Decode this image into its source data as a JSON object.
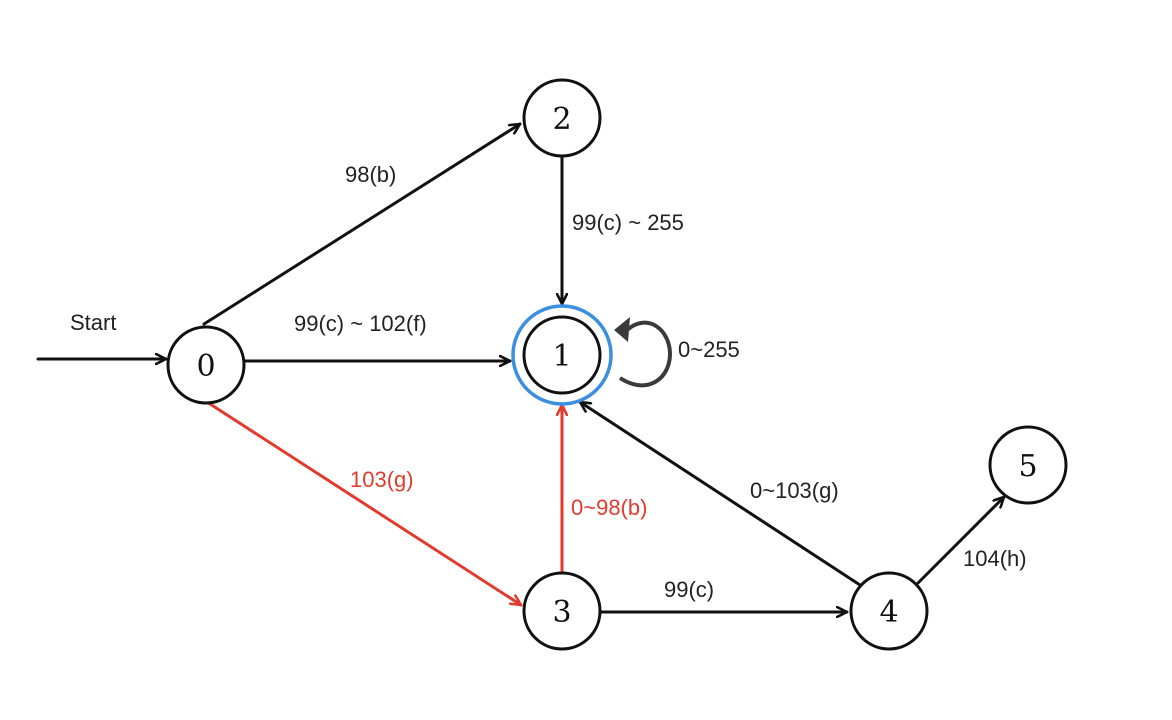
{
  "diagram": {
    "start_label": "Start",
    "nodes": [
      {
        "id": "0",
        "label": "0",
        "accepting": false
      },
      {
        "id": "1",
        "label": "1",
        "accepting": true
      },
      {
        "id": "2",
        "label": "2",
        "accepting": false
      },
      {
        "id": "3",
        "label": "3",
        "accepting": false
      },
      {
        "id": "4",
        "label": "4",
        "accepting": false
      },
      {
        "id": "5",
        "label": "5",
        "accepting": false
      }
    ],
    "edges": [
      {
        "from": "0",
        "to": "2",
        "label": "98(b)",
        "color": "#111111"
      },
      {
        "from": "0",
        "to": "1",
        "label": "99(c) ~ 102(f)",
        "color": "#111111"
      },
      {
        "from": "0",
        "to": "3",
        "label": "103(g)",
        "color": "#e23b2e"
      },
      {
        "from": "2",
        "to": "1",
        "label": "99(c) ~ 255",
        "color": "#111111"
      },
      {
        "from": "1",
        "to": "1",
        "label": "0~255",
        "color": "#3a3a3a"
      },
      {
        "from": "3",
        "to": "1",
        "label": "0~98(b)",
        "color": "#e23b2e"
      },
      {
        "from": "3",
        "to": "4",
        "label": "99(c)",
        "color": "#111111"
      },
      {
        "from": "4",
        "to": "1",
        "label": "0~103(g)",
        "color": "#111111"
      },
      {
        "from": "4",
        "to": "5",
        "label": "104(h)",
        "color": "#111111"
      }
    ],
    "colors": {
      "edge_default": "#111111",
      "edge_highlight": "#e23b2e",
      "accept_ring": "#3b8fe0"
    }
  }
}
